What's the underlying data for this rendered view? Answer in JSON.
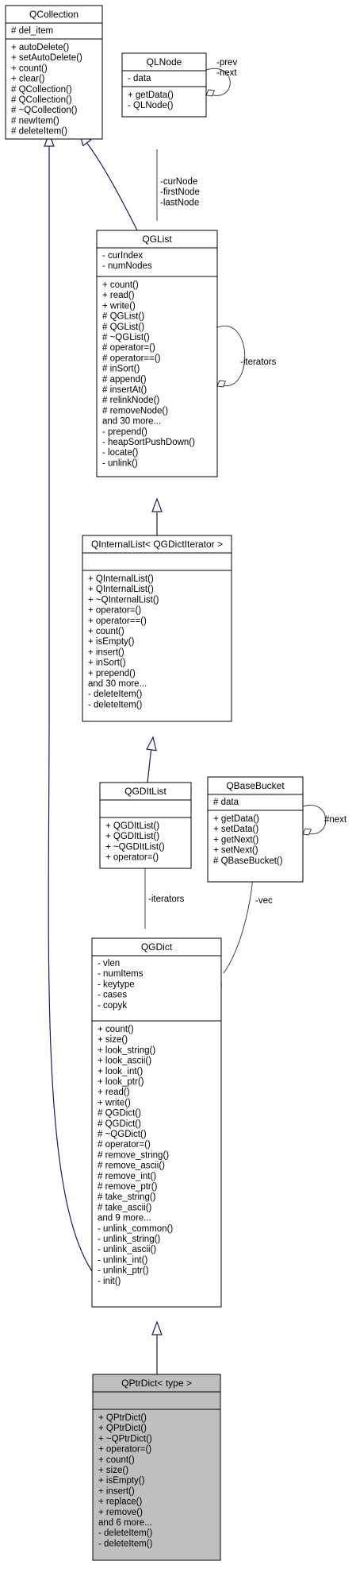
{
  "diagram": {
    "classes": [
      {
        "id": "QCollection",
        "name": "QCollection",
        "attributes": [
          "# del_item"
        ],
        "operations": [
          "+ autoDelete()",
          "+ setAutoDelete()",
          "+ count()",
          "+ clear()",
          "# QCollection()",
          "# QCollection()",
          "# ~QCollection()",
          "# newItem()",
          "# deleteItem()"
        ]
      },
      {
        "id": "QLNode",
        "name": "QLNode",
        "attributes": [
          "- data"
        ],
        "operations": [
          "+ getData()",
          "- QLNode()"
        ]
      },
      {
        "id": "QGList",
        "name": "QGList",
        "attributes": [
          "- curIndex",
          "- numNodes"
        ],
        "operations": [
          "+ count()",
          "+ read()",
          "+ write()",
          "# QGList()",
          "# QGList()",
          "# ~QGList()",
          "# operator=()",
          "# operator==()",
          "# inSort()",
          "# append()",
          "# insertAt()",
          "# relinkNode()",
          "# removeNode()",
          "and 30 more...",
          "- prepend()",
          "- heapSortPushDown()",
          "- locate()",
          "- unlink()"
        ]
      },
      {
        "id": "QInternalList",
        "name": "QInternalList< QGDictIterator >",
        "attributes": [],
        "operations": [
          "+ QInternalList()",
          "+ QInternalList()",
          "+ ~QInternalList()",
          "+ operator=()",
          "+ operator==()",
          "+ count()",
          "+ isEmpty()",
          "+ insert()",
          "+ inSort()",
          "+ prepend()",
          "and 30 more...",
          "- deleteItem()",
          "- deleteItem()"
        ]
      },
      {
        "id": "QGDItList",
        "name": "QGDItList",
        "attributes": [],
        "operations": [
          "+ QGDItList()",
          "+ QGDItList()",
          "+ ~QGDItList()",
          "+ operator=()"
        ]
      },
      {
        "id": "QBaseBucket",
        "name": "QBaseBucket",
        "attributes": [
          "# data"
        ],
        "operations": [
          "+ getData()",
          "+ setData()",
          "+ getNext()",
          "+ setNext()",
          "# QBaseBucket()"
        ]
      },
      {
        "id": "QGDict",
        "name": "QGDict",
        "attributes": [
          "- vlen",
          "- numItems",
          "- keytype",
          "- cases",
          "- copyk"
        ],
        "operations": [
          "+ count()",
          "+ size()",
          "+ look_string()",
          "+ look_ascii()",
          "+ look_int()",
          "+ look_ptr()",
          "+ read()",
          "+ write()",
          "# QGDict()",
          "# QGDict()",
          "# ~QGDict()",
          "# operator=()",
          "# remove_string()",
          "# remove_ascii()",
          "# remove_int()",
          "# remove_ptr()",
          "# take_string()",
          "# take_ascii()",
          "and 9 more...",
          "- unlink_common()",
          "- unlink_string()",
          "- unlink_ascii()",
          "- unlink_int()",
          "- unlink_ptr()",
          "- init()"
        ]
      },
      {
        "id": "QPtrDict",
        "name": "QPtrDict< type >",
        "attributes": [],
        "operations": [
          "+ QPtrDict()",
          "+ QPtrDict()",
          "+ ~QPtrDict()",
          "+ operator=()",
          "+ count()",
          "+ size()",
          "+ isEmpty()",
          "+ insert()",
          "+ replace()",
          "+ remove()",
          "and 6 more...",
          "- deleteItem()",
          "- deleteItem()"
        ]
      }
    ],
    "edge_labels": {
      "qlnode_self": [
        "-prev",
        "-next"
      ],
      "qlnode_qglist": [
        "-curNode",
        "-firstNode",
        "-lastNode"
      ],
      "qglist_self": [
        "-iterators"
      ],
      "qgditlist_qgdict": [
        "-iterators"
      ],
      "qbasebucket_self": [
        "#next"
      ],
      "qbasebucket_qgdict": [
        "-vec"
      ]
    },
    "colors": {
      "box_border": "#000000",
      "box_fill": "#ffffff",
      "highlight_fill": "#bfbfbf",
      "inheritance_edge": "#191970",
      "association_edge": "#404040",
      "text": "#000000"
    }
  }
}
